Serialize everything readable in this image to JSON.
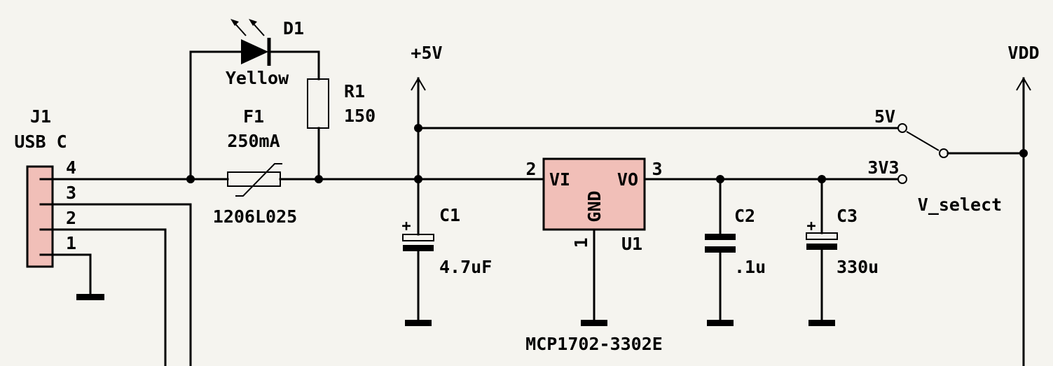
{
  "j1": {
    "ref": "J1",
    "value": "USB C",
    "pins": [
      "4",
      "3",
      "2",
      "1"
    ]
  },
  "d1": {
    "ref": "D1",
    "value": "Yellow"
  },
  "r1": {
    "ref": "R1",
    "value": "150"
  },
  "f1": {
    "ref": "F1",
    "value": "250mA",
    "part": "1206L025"
  },
  "power": {
    "p5v": "+5V",
    "vdd": "VDD"
  },
  "c1": {
    "ref": "C1",
    "value": "4.7uF",
    "polarity": "+"
  },
  "c2": {
    "ref": "C2",
    "value": ".1u"
  },
  "c3": {
    "ref": "C3",
    "value": "330u",
    "polarity": "+"
  },
  "u1": {
    "ref": "U1",
    "value": "MCP1702-3302E",
    "pin_vi": "VI",
    "pin_vo": "VO",
    "pin_gnd": "GND",
    "pin_vi_num": "2",
    "pin_vo_num": "3",
    "pin_gnd_num": "1"
  },
  "switch": {
    "label": "V_select",
    "pos_5v": "5V",
    "pos_3v3": "3V3"
  }
}
